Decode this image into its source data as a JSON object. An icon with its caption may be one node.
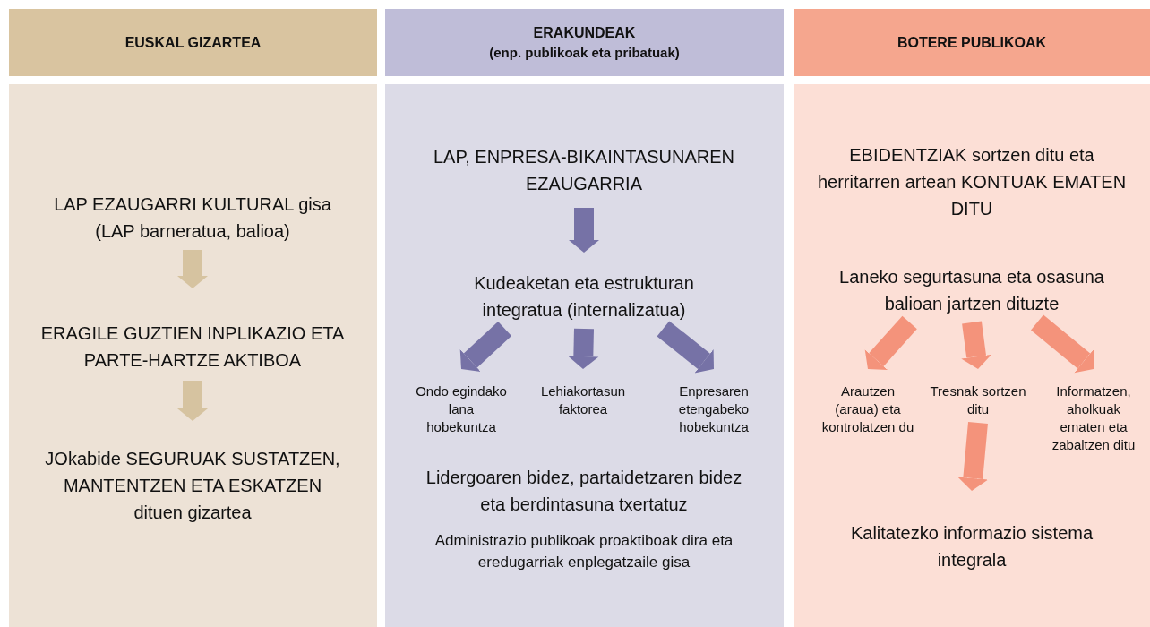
{
  "diagram": {
    "nodes": [
      {
        "text": [
          "EUSKAL GIZARTEA"
        ]
      },
      {
        "text": [
          "ERAKUNDEAK",
          "(enp. publikoak eta pribatuak)"
        ]
      },
      {
        "text": [
          "BOTERE PUBLIKOAK"
        ]
      },
      {
        "text": [],
        "shape": "box"
      },
      {
        "text": [
          "LAP EZAUGARRI KULTURAL gisa (LAP barneratua, balioa)"
        ],
        "in": 3
      },
      {
        "text": [
          "ERAGILE GUZTIEN INPLIKAZIO ETA PARTE-HARTZE AKTIBOA"
        ],
        "in": 3
      },
      {
        "text": [
          "JOkabide SEGURUAK SUSTATZEN, MANTENTZEN ETA ESKATZEN dituen gizartea"
        ],
        "in": 3
      },
      {
        "text": [],
        "shape": "box"
      },
      {
        "text": [
          "LAP, ENPRESA-BIKAINTASUNAREN EZAUGARRIA"
        ],
        "in": 7
      },
      {
        "text": [
          "Kudeaketan eta estrukturan integratua (internalizatua)"
        ],
        "in": 7
      },
      {
        "text": [
          "Ondo egindako lana hobekuntza"
        ],
        "in": 7
      },
      {
        "text": [
          "Lehiakortasun faktorea"
        ],
        "in": 7
      },
      {
        "text": [
          "Enpresaren etengabeko hobekuntza"
        ],
        "in": 7
      },
      {
        "text": [
          "Lidergoaren bidez, partaidetzaren bidez eta berdintasuna txertatuz"
        ],
        "in": 7
      },
      {
        "text": [
          "Administrazio publikoak proaktiboak dira eta eredugarriak enplegatzaile gisa"
        ],
        "in": 7
      },
      {
        "text": [],
        "shape": "box"
      },
      {
        "text": [
          "EBIDENTZIAK sortzen ditu eta herritarren artean KONTUAK EMATEN DITU"
        ],
        "in": 15
      },
      {
        "text": [
          "Laneko segurtasuna eta osasuna balioan jartzen dituzte"
        ],
        "in": 15
      },
      {
        "text": [
          "Arautzen (araua) eta kontrolatzen du"
        ],
        "in": 15
      },
      {
        "text": [
          "Tresnak sortzen ditu"
        ],
        "in": 15
      },
      {
        "text": [
          "Informatzen, aholkuak ematen eta zabaltzen ditu"
        ],
        "in": 15
      },
      {
        "text": [
          "Kalitatezko informazio sistema integrala"
        ],
        "in": 15
      }
    ],
    "edges": [
      {
        "from": 4,
        "to": 5,
        "arrow": "to",
        "color": "#d6c3a0"
      },
      {
        "from": 5,
        "to": 6,
        "arrow": "to",
        "color": "#d6c3a0"
      },
      {
        "from": 8,
        "to": 9,
        "arrow": "to"
      },
      {
        "from": 9,
        "to": 10,
        "arrow": "to"
      },
      {
        "from": 9,
        "to": 11,
        "arrow": "to"
      },
      {
        "from": 9,
        "to": 12,
        "arrow": "to"
      },
      {
        "from": 17,
        "to": 18,
        "arrow": "to",
        "color": "#f4937b"
      },
      {
        "from": 17,
        "to": 19,
        "arrow": "to",
        "color": "#f4937b"
      },
      {
        "from": 17,
        "to": 20,
        "arrow": "to",
        "color": "#f4937b"
      },
      {
        "from": 19,
        "to": 21,
        "arrow": "to",
        "color": "#f4937b"
      }
    ]
  }
}
